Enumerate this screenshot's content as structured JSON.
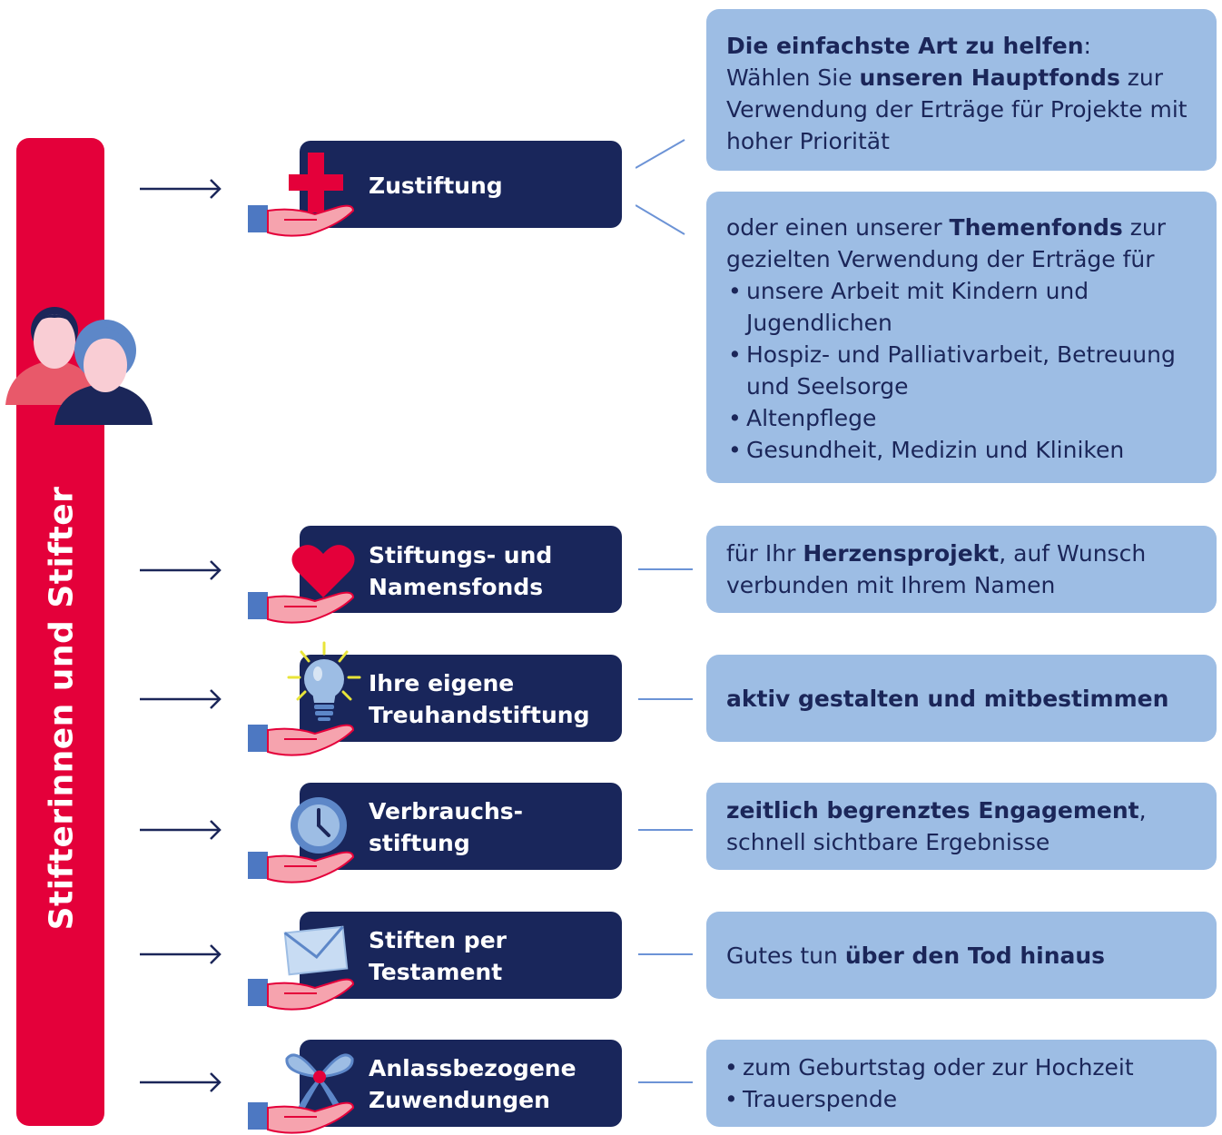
{
  "sidebar": {
    "label": "Stifterinnen und Stifter"
  },
  "colors": {
    "sidebar": "#e4003a",
    "box": "#19265b",
    "info": "#9dbde4",
    "connector": "#6c93d6"
  },
  "options": [
    {
      "label": "Zustiftung",
      "icon": "red-cross-icon"
    },
    {
      "label": "Stiftungs- und\nNamensfonds",
      "icon": "heart-icon"
    },
    {
      "label": "Ihre eigene\nTreuhandstiftung",
      "icon": "lightbulb-icon"
    },
    {
      "label": "Verbrauchs-\nstiftung",
      "icon": "clock-icon"
    },
    {
      "label": "Stiften per\nTestament",
      "icon": "envelope-icon"
    },
    {
      "label": "Anlassbezogene\nZuwendungen",
      "icon": "gift-bow-icon"
    }
  ],
  "info": {
    "hauptfonds": {
      "bold_lead": "Die einfachste Art zu helfen",
      "colon": ":",
      "t1": "Wählen Sie ",
      "bold1": "unseren Hauptfonds",
      "t2": " zur Verwendung der Erträge für Projekte mit hoher Priorität"
    },
    "themenfonds": {
      "t1": "oder einen unserer ",
      "bold1": "Themenfonds",
      "t2": " zur gezielten Verwendung der Erträge für",
      "bullets": [
        "unsere Arbeit mit Kindern und Jugendlichen",
        "Hospiz- und Palliativarbeit, Betreuung und Seelsorge",
        "Altenpflege",
        "Gesundheit, Medizin und Kliniken"
      ]
    },
    "namensfonds": {
      "t1": "für Ihr ",
      "bold1": "Herzensprojekt",
      "t2": ", auf Wunsch verbunden mit Ihrem Namen"
    },
    "treuhand": {
      "bold1": "aktiv gestalten und mitbestimmen"
    },
    "verbrauch": {
      "bold1": "zeitlich begrenztes Engagement",
      "t1": ",",
      "t2": "schnell sichtbare Ergebnisse"
    },
    "testament": {
      "t1": "Gutes tun ",
      "bold1": "über den Tod hinaus"
    },
    "anlass": {
      "bullets": [
        "zum Geburtstag oder zur Hochzeit",
        "Trauerspende"
      ]
    }
  }
}
